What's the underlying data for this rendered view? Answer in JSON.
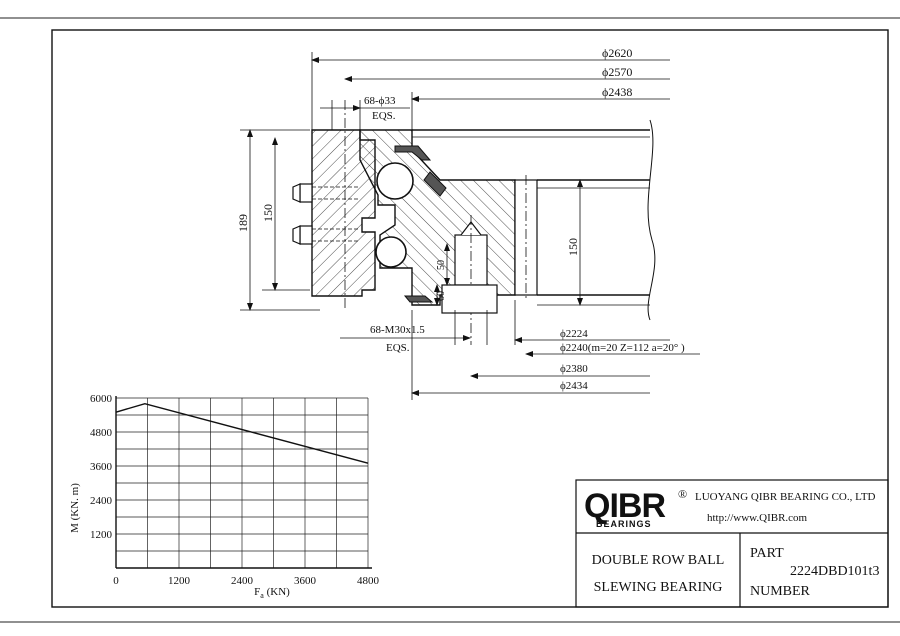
{
  "dimensions": {
    "d_outer": "ϕ2620",
    "d_bolt_circle_outer": "ϕ2570",
    "d_ring_outer_inner": "ϕ2438",
    "holes_outer": "68-ϕ33",
    "holes_outer_eqs": "EQS.",
    "height_total": "189",
    "height_outer_ring": "150",
    "height_inner_ring": "150",
    "bolt_depth_a": "50",
    "bolt_depth_b": "60",
    "holes_inner": "68-M30x1.5",
    "holes_inner_eqs": "EQS.",
    "d_gear_root": "ϕ2224",
    "d_gear_pitch": "ϕ2240(m=20 Z=112 a=20° )",
    "d_bolt_circle_inner": "ϕ2380",
    "d_inner_ring_outer": "ϕ2434"
  },
  "chart_data": {
    "type": "line",
    "xlabel_main": "F",
    "xlabel_sub": "a",
    "xlabel_unit": " (KN)",
    "ylabel": "M (KN. m)",
    "x_ticks": [
      "0",
      "1200",
      "2400",
      "3600",
      "4800"
    ],
    "y_ticks": [
      "1200",
      "2400",
      "3600",
      "4800",
      "6000"
    ],
    "xlim": [
      0,
      4800
    ],
    "ylim": [
      0,
      6000
    ],
    "grid": true,
    "series": [
      {
        "x": [
          0,
          550,
          4800
        ],
        "y": [
          5500,
          5800,
          3700
        ]
      }
    ]
  },
  "title_block": {
    "logo_text": "QIBR",
    "logo_reg": "®",
    "logo_sub": "BEARINGS",
    "company": "LUOYANG QIBR BEARING CO., LTD",
    "url": "http://www.QIBR.com",
    "desc_line1": "DOUBLE ROW BALL",
    "desc_line2": "SLEWING BEARING",
    "part_label_line1": "PART",
    "part_label_line2": "NUMBER",
    "part_number": "2224DBD101t3"
  }
}
